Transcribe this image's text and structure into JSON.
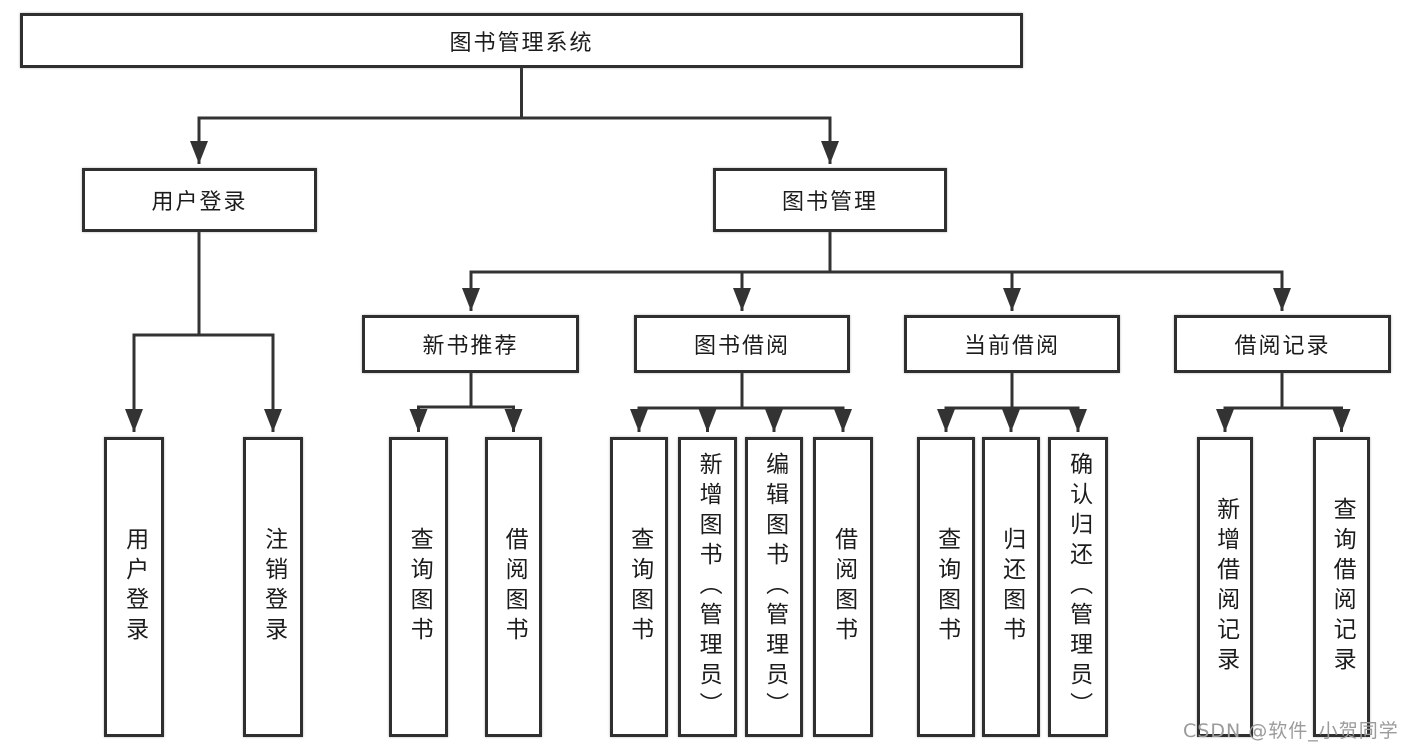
{
  "tree": {
    "root": {
      "label": "图书管理系统",
      "children": [
        {
          "label": "用户登录",
          "children": [
            {
              "label": "用户登录"
            },
            {
              "label": "注销登录"
            }
          ]
        },
        {
          "label": "图书管理",
          "children": [
            {
              "label": "新书推荐",
              "children": [
                {
                  "label": "查询图书"
                },
                {
                  "label": "借阅图书"
                }
              ]
            },
            {
              "label": "图书借阅",
              "children": [
                {
                  "label": "查询图书"
                },
                {
                  "label": "新增图书（管理员）"
                },
                {
                  "label": "编辑图书（管理员）"
                },
                {
                  "label": "借阅图书"
                }
              ]
            },
            {
              "label": "当前借阅",
              "children": [
                {
                  "label": "查询图书"
                },
                {
                  "label": "归还图书"
                },
                {
                  "label": "确认归还（管理员）"
                }
              ]
            },
            {
              "label": "借阅记录",
              "children": [
                {
                  "label": "新增借阅记录"
                },
                {
                  "label": "查询借阅记录"
                }
              ]
            }
          ]
        }
      ]
    }
  },
  "watermark": {
    "text": "CSDN @软件_小贺同学"
  },
  "colors": {
    "line": "#333333",
    "box_border": "#2f2f2f",
    "text": "#1c1c1c",
    "watermark": "#9b9b9b",
    "background": "#ffffff"
  }
}
